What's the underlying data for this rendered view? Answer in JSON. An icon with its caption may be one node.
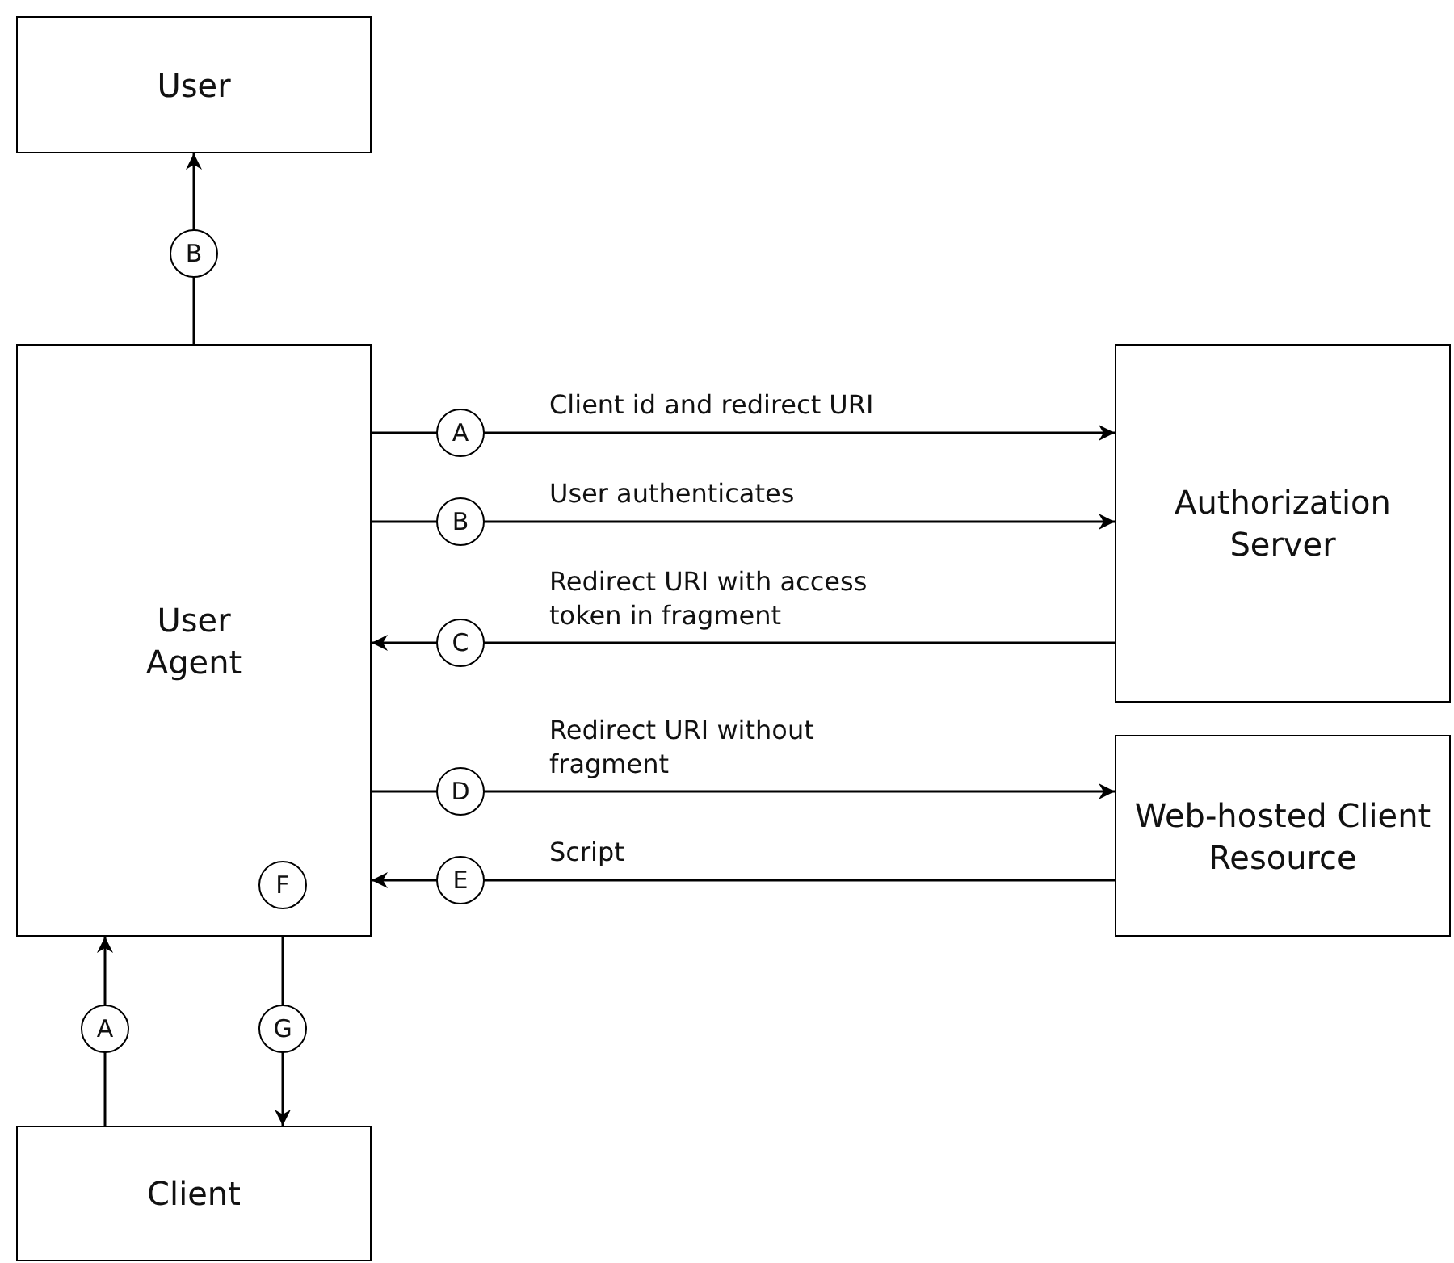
{
  "diagram": {
    "nodes": [
      {
        "text": [
          "User"
        ]
      },
      {
        "text": [
          "User Agent"
        ]
      },
      {
        "text": [
          "Authorization Server"
        ]
      },
      {
        "text": [
          "Web-hosted Client Resource"
        ]
      },
      {
        "text": [
          "Client"
        ]
      }
    ],
    "edges": [
      {
        "from": 1,
        "to": 0,
        "arrow": "to"
      },
      {
        "from": 1,
        "to": 2,
        "arrow": "to",
        "label": "Client id and redirect URI"
      },
      {
        "from": 1,
        "to": 2,
        "arrow": "to",
        "label": "User authenticates"
      },
      {
        "from": 2,
        "to": 1,
        "arrow": "to",
        "label": "Redirect URI with access token in fragment"
      },
      {
        "from": 1,
        "to": 3,
        "arrow": "to",
        "label": "Redirect URI without fragment"
      },
      {
        "from": 3,
        "to": 1,
        "arrow": "to",
        "label": "Script"
      },
      {
        "from": 4,
        "to": 1,
        "arrow": "to"
      },
      {
        "from": 1,
        "to": 4,
        "arrow": "to"
      }
    ],
    "labels": [
      "B",
      "A",
      "B",
      "C",
      "D",
      "F",
      "E",
      "A",
      "G"
    ]
  }
}
